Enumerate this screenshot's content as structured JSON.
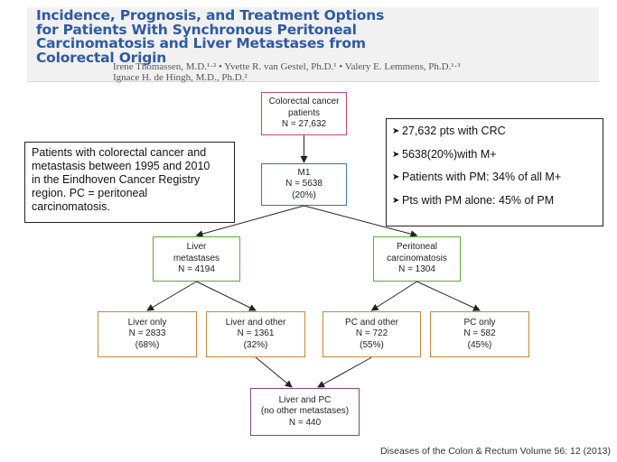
{
  "header": {
    "title_lines": [
      "Incidence, Prognosis, and Treatment Options",
      "for Patients With Synchronous Peritoneal",
      "Carcinomatosis and Liver Metastases from",
      "Colorectal Origin"
    ],
    "authors_lines": [
      "Irene Thomassen, M.D.¹·² • Yvette R. van Gestel, Ph.D.¹ • Valery E. Lemmens, Ph.D.¹·³",
      "Ignace H. de Hingh, M.D., Ph.D.²"
    ]
  },
  "flowchart": {
    "nodes": {
      "crc": {
        "lines": [
          "Colorectal cancer",
          "patients",
          "N = 27,632"
        ]
      },
      "m1": {
        "lines": [
          "M1",
          "N = 5638",
          "(20%)"
        ]
      },
      "liver_mets": {
        "lines": [
          "Liver",
          "metastases",
          "N = 4194"
        ]
      },
      "peritoneal": {
        "lines": [
          "Peritoneal",
          "carcinomatosis",
          "N = 1304"
        ]
      },
      "liver_only": {
        "lines": [
          "Liver only",
          "N = 2833",
          "(68%)"
        ]
      },
      "liver_other": {
        "lines": [
          "Liver and other",
          "N = 1361",
          "(32%)"
        ]
      },
      "pc_other": {
        "lines": [
          "PC and other",
          "N = 722",
          "(55%)"
        ]
      },
      "pc_only": {
        "lines": [
          "PC only",
          "N = 582",
          "(45%)"
        ]
      },
      "liver_pc": {
        "lines": [
          "Liver and PC",
          "(no other metastases)",
          "N = 440"
        ]
      }
    },
    "edges": [
      [
        "crc",
        "m1"
      ],
      [
        "m1",
        "liver_mets"
      ],
      [
        "m1",
        "peritoneal"
      ],
      [
        "liver_mets",
        "liver_only"
      ],
      [
        "liver_mets",
        "liver_other"
      ],
      [
        "peritoneal",
        "pc_other"
      ],
      [
        "peritoneal",
        "pc_only"
      ],
      [
        "liver_other",
        "liver_pc"
      ],
      [
        "pc_other",
        "liver_pc"
      ]
    ]
  },
  "note": {
    "text_lines": [
      "Patients with colorectal cancer and",
      "metastasis between 1995 and 2010",
      "in the Eindhoven Cancer Registry",
      "region. PC = peritoneal",
      "carcinomatosis."
    ]
  },
  "summary": {
    "items": [
      "27,632 pts with CRC",
      "5638(20%)with M+",
      "Patients with PM: 34% of all M+",
      "Pts with PM alone: 45% of PM"
    ]
  },
  "citation": "Diseases of the Colon & Rectum Volume 56: 12 (2013)",
  "colors": {
    "title": "#2f5aa3",
    "pink": "#c8476c",
    "blue": "#3a73b8",
    "green": "#5fa843",
    "orange": "#c8883a",
    "purple": "#7b4a93"
  }
}
